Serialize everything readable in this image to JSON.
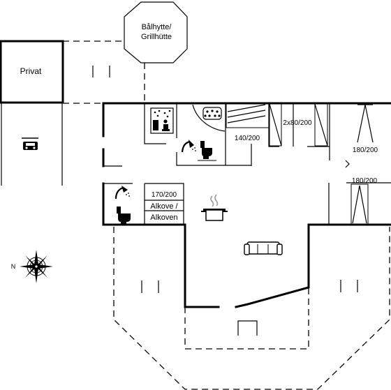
{
  "plan": {
    "labels": {
      "grill_hut_line1": "Bålhytte/",
      "grill_hut_line2": "Grillhütte",
      "private": "Privat",
      "bed_140": "140/200",
      "bed_2x80": "2x80/200",
      "bed_180_top": "180/200",
      "bed_180_bottom": "180/200",
      "bed_170": "170/200",
      "alcove_line1": "Alkove /",
      "alcove_line2": "Alkoven",
      "north": "N"
    },
    "icons": [
      "car-icon",
      "sauna-icon",
      "spa-icon",
      "shower-icon",
      "toilet-icon",
      "cooking-pot-icon",
      "sofa-icon",
      "compass-rose-icon"
    ]
  }
}
